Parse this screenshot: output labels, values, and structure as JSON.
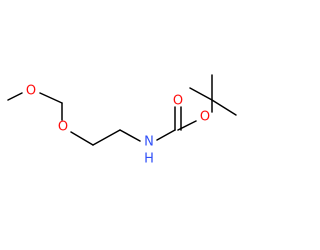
{
  "molecule": {
    "atoms": [
      {
        "id": "O1",
        "label": "O",
        "color": "#ff0d0d"
      },
      {
        "id": "O2",
        "label": "O",
        "color": "#ff0d0d"
      },
      {
        "id": "O3",
        "label": "O",
        "color": "#ff0d0d"
      },
      {
        "id": "O4",
        "label": "O",
        "color": "#ff0d0d"
      },
      {
        "id": "N1",
        "label": "N",
        "color": "#3050f8"
      },
      {
        "id": "H1",
        "label": "H",
        "color": "#3050f8"
      }
    ],
    "bond_color": "#000000"
  }
}
